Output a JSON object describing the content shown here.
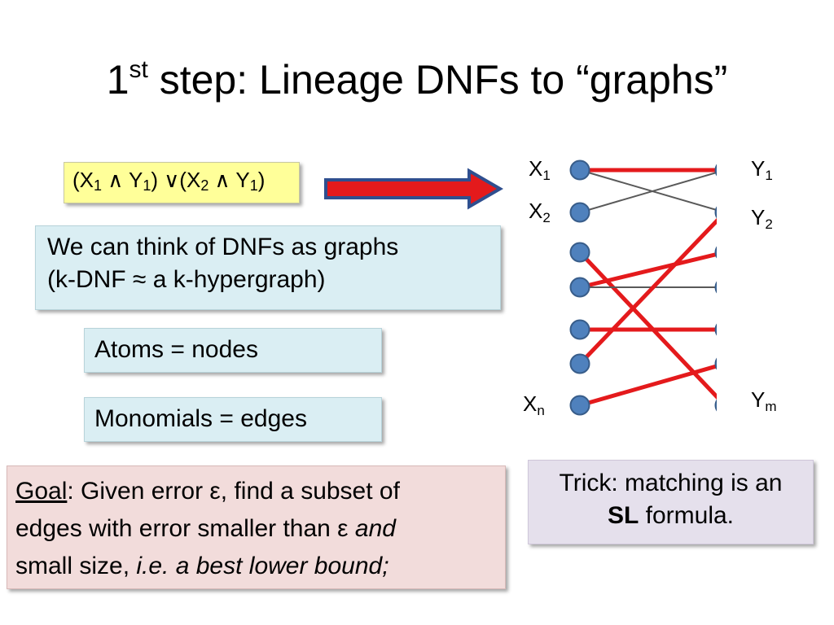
{
  "slide": {
    "title_main": "1",
    "title_sup": "st",
    "title_rest": " step: Lineage DNFs to “graphs”"
  },
  "formula": {
    "open1": "(X",
    "sub1": "1",
    "and1": " ∧ Y",
    "sub2": "1",
    "close1": ") ∨(X",
    "sub3": "2",
    "and2": " ∧ Y",
    "sub4": "1",
    "close2": ")"
  },
  "dnf_note": {
    "line1": "We can think of DNFs as graphs",
    "line2": "(k-DNF ≈ a k-hypergraph)"
  },
  "atoms_note": "Atoms = nodes",
  "monomials_note": "Monomials = edges",
  "goal_note": {
    "label": "Goal",
    "line1_rest": ": Given error ε, find a subset of",
    "line2_a": "edges with error smaller than ε ",
    "line2_b": "and",
    "line3_a": "small size, ",
    "line3_b": "i.e. a best lower bound;"
  },
  "trick_note": {
    "line1": "Trick: matching is an",
    "bold": "SL",
    "line2_rest": " formula."
  },
  "graph": {
    "labels": {
      "x1": "X",
      "x1_sub": "1",
      "x2": "X",
      "x2_sub": "2",
      "xn": "X",
      "xn_sub": "n",
      "y1": "Y",
      "y1_sub": "1",
      "y2": "Y",
      "y2_sub": "2",
      "ym": "Y",
      "ym_sub": "m"
    },
    "colors": {
      "node_fill": "#4f81bd",
      "node_stroke": "#385d8a",
      "highlight_edge": "#e41a1c",
      "plain_edge": "#595959"
    },
    "edges": [
      {
        "from": 0,
        "to": 0,
        "highlight": true
      },
      {
        "from": 0,
        "to": 1,
        "highlight": false
      },
      {
        "from": 1,
        "to": 0,
        "highlight": false
      },
      {
        "from": 2,
        "to": 6,
        "highlight": true
      },
      {
        "from": 3,
        "to": 2,
        "highlight": true
      },
      {
        "from": 3,
        "to": 3,
        "highlight": false
      },
      {
        "from": 4,
        "to": 4,
        "highlight": true
      },
      {
        "from": 5,
        "to": 1,
        "highlight": true
      },
      {
        "from": 6,
        "to": 5,
        "highlight": true
      }
    ]
  }
}
